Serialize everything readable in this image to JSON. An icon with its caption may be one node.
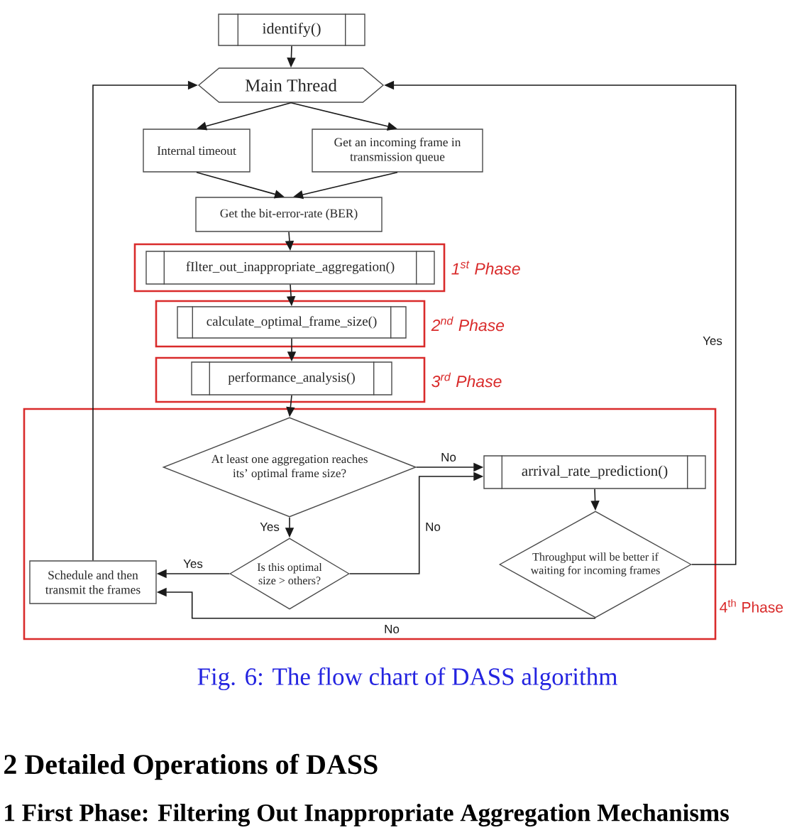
{
  "diagram": {
    "caption": "Fig. 6: The flow chart of DASS algorithm",
    "nodes": [
      {
        "text": [
          "identify()"
        ]
      },
      {
        "text": [
          "Main Thread"
        ]
      },
      {
        "text": [
          "Internal timeout"
        ]
      },
      {
        "text": [
          "Get an incoming frame in transmission queue"
        ]
      },
      {
        "text": [
          "Get the bit-error-rate (BER)"
        ]
      },
      {
        "text": [
          "1$^{st}$ Phase"
        ]
      },
      {
        "text": [
          "fIlter_out_inappropriate_aggregation()"
        ],
        "in": 5
      },
      {
        "text": [
          "2$^{nd}$ Phase"
        ]
      },
      {
        "text": [
          "calculate_optimal_frame_size()"
        ],
        "in": 7
      },
      {
        "text": [
          "3$^{rd}$ Phase"
        ]
      },
      {
        "text": [
          "performance_analysis()"
        ],
        "in": 9
      },
      {
        "text": [
          "4$^{th}$ Phase"
        ]
      },
      {
        "text": [
          "At least one aggregation reaches its’ optimal frame size?"
        ],
        "in": 11
      },
      {
        "text": [
          "arrival_rate_prediction()"
        ],
        "in": 11
      },
      {
        "text": [
          "Is this optimal size > others?"
        ],
        "in": 11
      },
      {
        "text": [
          "Schedule and then transmit the frames"
        ],
        "in": 11
      },
      {
        "text": [
          "Throughput will be better if waiting for incoming frames"
        ],
        "in": 11
      }
    ],
    "edges": [
      {
        "from": 0,
        "to": 1,
        "arrow": "to"
      },
      {
        "from": 1,
        "to": 2,
        "arrow": "to"
      },
      {
        "from": 1,
        "to": 3,
        "arrow": "to"
      },
      {
        "from": 2,
        "to": 4,
        "arrow": "to"
      },
      {
        "from": 3,
        "to": 4,
        "arrow": "to"
      },
      {
        "from": 4,
        "to": 6,
        "arrow": "to"
      },
      {
        "from": 6,
        "to": 8,
        "arrow": "to"
      },
      {
        "from": 8,
        "to": 10,
        "arrow": "to"
      },
      {
        "from": 10,
        "to": 12,
        "arrow": "to"
      },
      {
        "from": 12,
        "to": 13,
        "arrow": "to",
        "label": "No"
      },
      {
        "from": 12,
        "to": 14,
        "arrow": "to",
        "label": "Yes"
      },
      {
        "from": 14,
        "to": 13,
        "arrow": "to",
        "label": "No"
      },
      {
        "from": 14,
        "to": 15,
        "arrow": "to",
        "label": "Yes"
      },
      {
        "from": 13,
        "to": 16,
        "arrow": "to"
      },
      {
        "from": 16,
        "to": 1,
        "arrow": "to",
        "label": "Yes"
      },
      {
        "from": 16,
        "to": 15,
        "arrow": "to",
        "label": "No"
      },
      {
        "from": 15,
        "to": 1,
        "arrow": "to"
      }
    ],
    "labels": [
      "2 Detailed Operations of DASS",
      "1 First Phase: Filtering Out Inappropriate Aggregation Mechanisms"
    ]
  }
}
